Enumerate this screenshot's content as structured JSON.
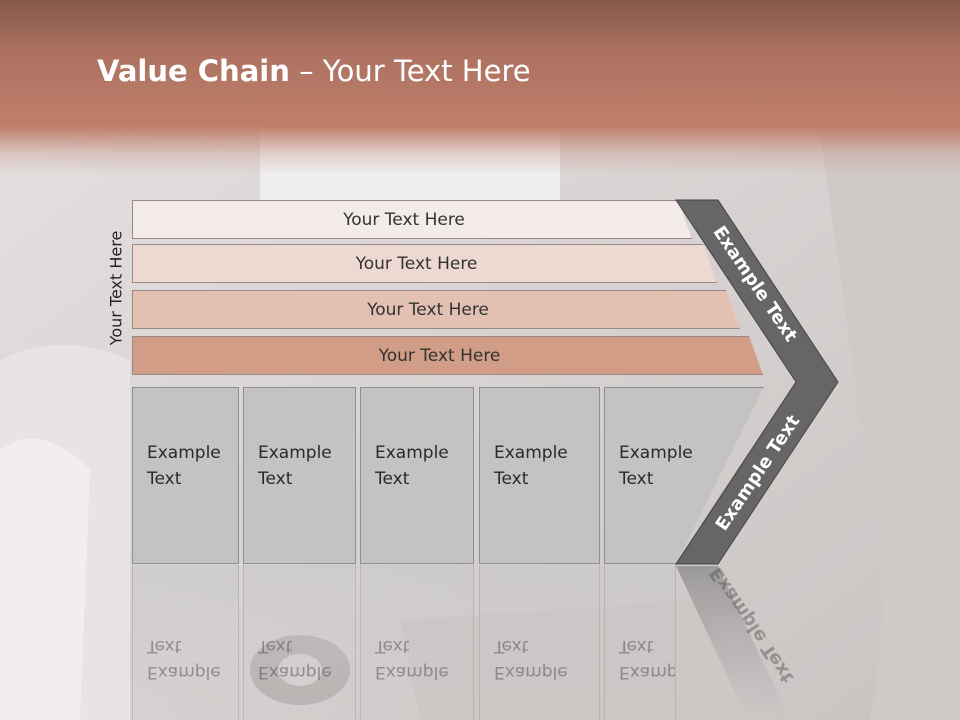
{
  "slide": {
    "title_bold": "Value Chain",
    "title_rest": " – Your Text Here",
    "side_label": "Your Text Here",
    "bands": [
      "Your Text Here",
      "Your Text Here",
      "Your Text Here",
      "Your Text Here"
    ],
    "columns": [
      "Example\nText",
      "Example\nText",
      "Example\nText",
      "Example\nText",
      "Example\nText"
    ],
    "chevron_top": "Example Text",
    "chevron_bottom": "Example Text"
  },
  "colors": {
    "header": "#bf7f6b",
    "band_1": "#f3ebe8",
    "band_2": "#edd9d1",
    "band_3": "#e2c1b3",
    "band_4": "#d19d86",
    "column": "#c3c3c3",
    "chevron": "#666666"
  }
}
